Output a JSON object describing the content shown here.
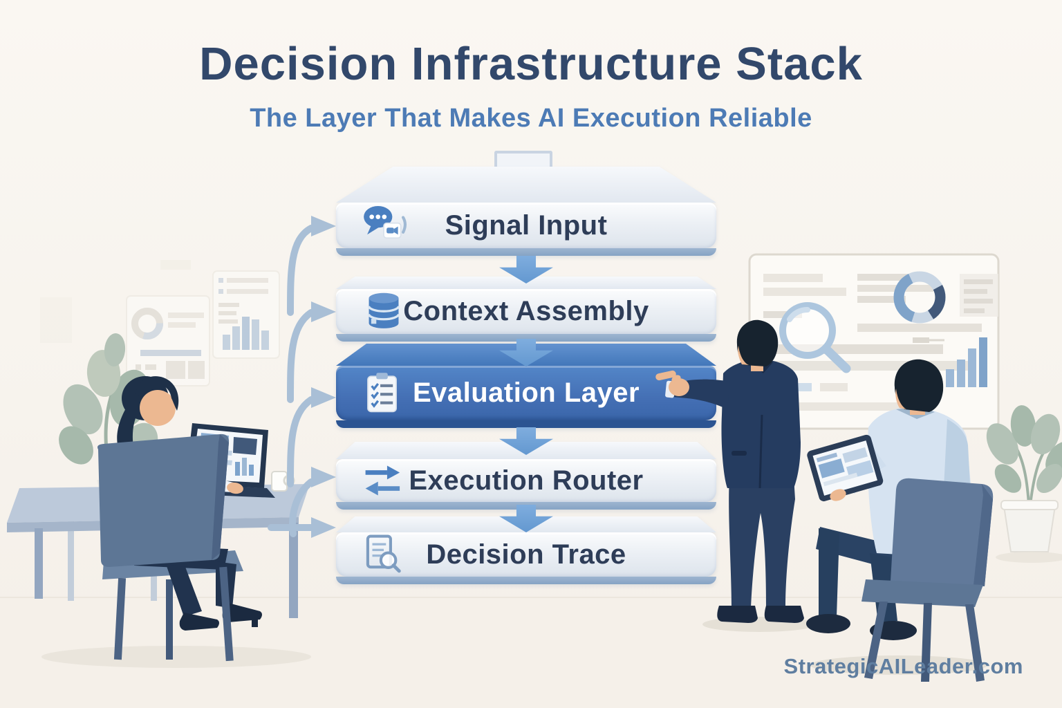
{
  "title": "Decision Infrastructure Stack",
  "subtitle": "The Layer That Makes AI Execution Reliable",
  "watermark": "StrategicAILeader.com",
  "stack": {
    "flow_direction": "top-to-bottom",
    "layers": [
      {
        "label": "Signal Input",
        "icon": "chat-signal-icon",
        "highlighted": false
      },
      {
        "label": "Context Assembly",
        "icon": "database-icon",
        "highlighted": false
      },
      {
        "label": "Evaluation Layer",
        "icon": "checklist-icon",
        "highlighted": true
      },
      {
        "label": "Execution Router",
        "icon": "swap-arrows-icon",
        "highlighted": false
      },
      {
        "label": "Decision Trace",
        "icon": "document-search-icon",
        "highlighted": false
      }
    ]
  },
  "colors": {
    "background": "#f7f3ee",
    "title": "#32486b",
    "subtitle": "#4d7bb5",
    "layer_face": "#e9eef4",
    "layer_edge": "#8fa9c7",
    "highlight_layer": "#3f74b6",
    "flow_arrow": "#71a3d8",
    "input_arrow": "#a9bfd6",
    "watermark": "#5f7ea0"
  }
}
